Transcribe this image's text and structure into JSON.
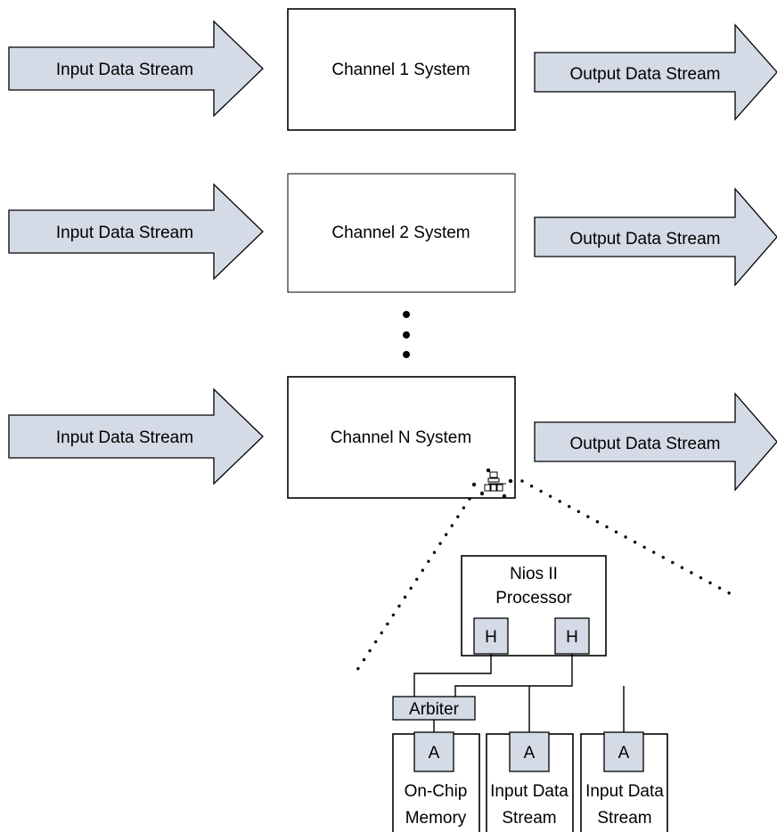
{
  "channels": [
    {
      "name": "Channel 1 System",
      "input": "Input Data Stream",
      "output": "Output Data Stream"
    },
    {
      "name": "Channel 2 System",
      "input": "Input Data Stream",
      "output": "Output Data Stream"
    },
    {
      "name": "Channel N System",
      "input": "Input Data Stream",
      "output": "Output Data Stream"
    }
  ],
  "detail": {
    "processor_line1": "Nios II",
    "processor_line2": "Processor",
    "host_label": "H",
    "arbiter_label": "Arbiter",
    "agent_label": "A",
    "slaves": [
      {
        "line1": "On-Chip",
        "line2": "Memory"
      },
      {
        "line1": "Input Data",
        "line2": "Stream"
      },
      {
        "line1": "Input Data",
        "line2": "Stream"
      }
    ]
  }
}
